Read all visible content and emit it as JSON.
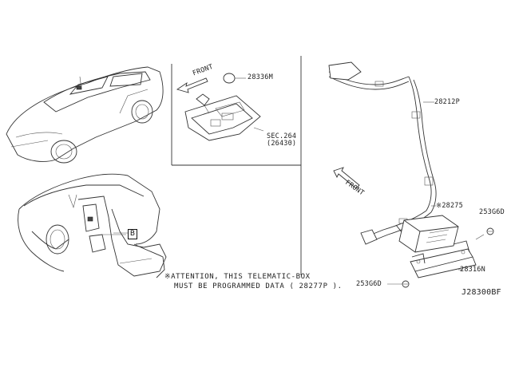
{
  "labels": {
    "part_28336M": "28336M",
    "part_sec264": "SEC.264",
    "part_26430": "(26430)",
    "part_28212P": "28212P",
    "part_28275": "※28275",
    "part_253G6D_top": "253G6D",
    "part_28316N": "28316N",
    "part_253G6D_bottom": "253G6D",
    "front_top": "FRONT",
    "front_right": "FRONT",
    "ref_box_b": "B",
    "diagram_code": "J28300BF"
  },
  "note": {
    "line1": "※ATTENTION, THIS TELEMATIC-BOX",
    "line2": "MUST BE PROGRAMMED DATA ( 28277P )."
  }
}
